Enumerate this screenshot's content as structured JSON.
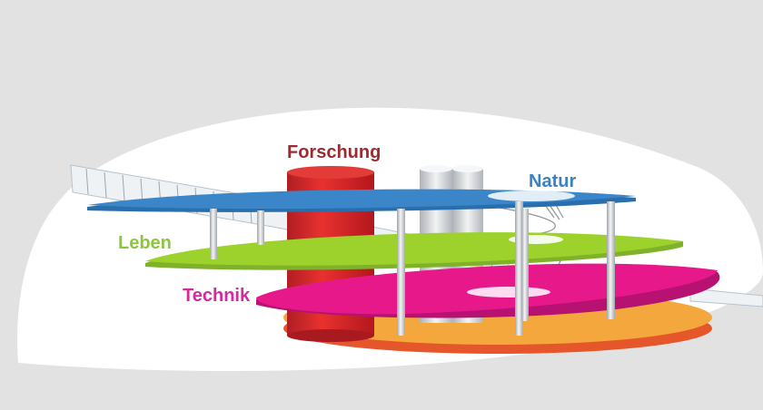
{
  "labels": {
    "forschung": "Forschung",
    "natur": "Natur",
    "leben": "Leben",
    "technik": "Technik"
  },
  "colors": {
    "background": "#e2e2e2",
    "lens": "#ffffff",
    "forschung": "#d8232a",
    "forschung_label": "#9b2b31",
    "natur": "#3b86c9",
    "natur_label": "#3b82c4",
    "leben": "#9dd12b",
    "leben_label": "#8cc63f",
    "technik": "#e6188a",
    "technik_label": "#d42a9a",
    "base": "#f3a73c",
    "base_rim": "#e5572a",
    "pillar": "#c9ccd0"
  }
}
